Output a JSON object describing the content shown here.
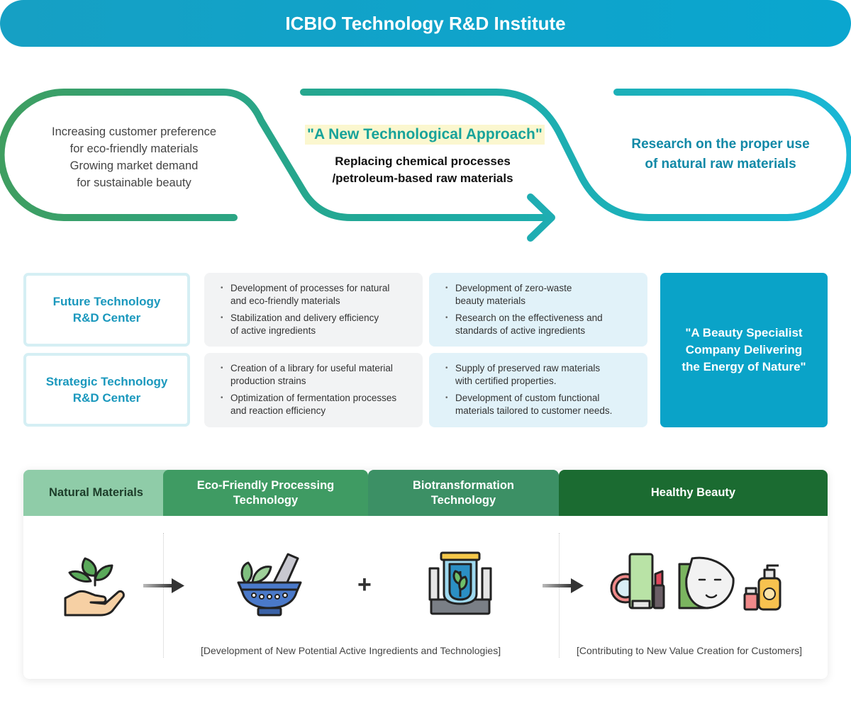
{
  "header": {
    "title": "ICBIO Technology R&D Institute"
  },
  "flow": {
    "left_lines": [
      "Increasing customer preference",
      "for eco-friendly materials",
      "Growing market demand",
      "for sustainable beauty"
    ],
    "middle_title": "\"A New Technological Approach\"",
    "middle_sub_lines": [
      "Replacing chemical processes",
      "/petroleum-based raw materials"
    ],
    "right_lines": [
      "Research on the proper use",
      "of natural raw materials"
    ]
  },
  "centers": [
    {
      "name_lines": [
        "Future Technology",
        "R&D Center"
      ],
      "col1": [
        [
          "Development of processes for natural",
          "and eco-friendly materials"
        ],
        [
          "Stabilization and delivery efficiency",
          "of active ingredients"
        ]
      ],
      "col2": [
        [
          "Development of zero-waste",
          "beauty materials"
        ],
        [
          "Research on the effectiveness and",
          "standards of active ingredients"
        ]
      ]
    },
    {
      "name_lines": [
        "Strategic Technology",
        "R&D Center"
      ],
      "col1": [
        [
          "Creation of a library for useful material",
          "production strains"
        ],
        [
          "Optimization of fermentation processes",
          "and reaction efficiency"
        ]
      ],
      "col2": [
        [
          "Supply of preserved raw materials",
          "with certified properties."
        ],
        [
          "Development of custom functional",
          "materials tailored to customer needs."
        ]
      ]
    }
  ],
  "vision_lines": [
    "\"A Beauty Specialist",
    "Company Delivering",
    "the Energy of Nature\""
  ],
  "process": {
    "tabs": [
      [
        "Natural Materials"
      ],
      [
        "Eco-Friendly Processing",
        "Technology"
      ],
      [
        "Biotransformation",
        "Technology"
      ],
      [
        "Healthy Beauty"
      ]
    ],
    "plus": "+",
    "caption_left": "[Development of New Potential Active Ingredients and Technologies]",
    "caption_right": "[Contributing to New Value Creation for Customers]"
  },
  "icons": {
    "hand_leaf": "hand-holding-sprout-icon",
    "mortar": "mortar-pestle-herbs-icon",
    "reactor": "bioreactor-icon",
    "cosmetics": "cosmetics-products-icon"
  },
  "colors": {
    "header": "#0aa6cf",
    "flow_green": "#3aa36e",
    "flow_blue": "#1ab5d3",
    "center_text": "#1a98bd",
    "vision_bg": "#0aa3c8",
    "tab1": "#8fcca8",
    "tab2": "#3f9b63",
    "tab3": "#3c9065",
    "tab4": "#1b6b31"
  }
}
